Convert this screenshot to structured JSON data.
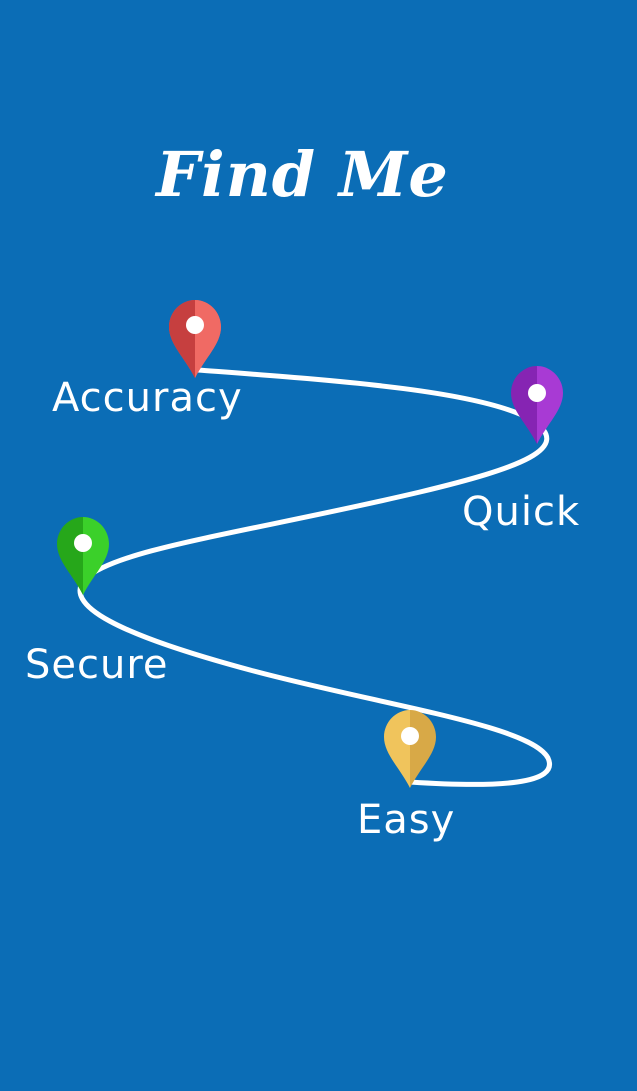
{
  "app": {
    "title": "Find Me"
  },
  "stops": [
    {
      "label": "Accuracy",
      "pin_color": "#e8504f",
      "pin_icon": "map-pin-icon"
    },
    {
      "label": "Quick",
      "pin_color": "#9b30c9",
      "pin_icon": "map-pin-icon"
    },
    {
      "label": "Secure",
      "pin_color": "#2fbf1f",
      "pin_icon": "map-pin-icon"
    },
    {
      "label": "Easy",
      "pin_color": "#e9bb52",
      "pin_icon": "map-pin-icon"
    }
  ],
  "colors": {
    "background": "#0b6db6",
    "route": "#ffffff",
    "text": "#ffffff"
  }
}
